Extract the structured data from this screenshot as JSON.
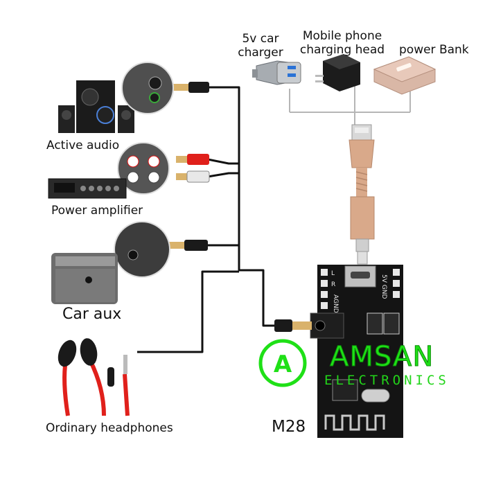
{
  "sources": {
    "car_charger": "5v car\ncharger",
    "phone_head": "Mobile phone\ncharging head",
    "power_bank": "power Bank"
  },
  "outputs": {
    "active_audio": "Active audio",
    "power_amplifier": "Power amplifier",
    "car_aux": "Car aux",
    "headphones": "Ordinary headphones"
  },
  "module": {
    "name": "M28",
    "pin_labels": [
      "L",
      "R",
      "AGND",
      "5V",
      "GND"
    ],
    "side_label": "5V GND"
  },
  "brand": {
    "logo_letter": "A",
    "name": "AMSAN",
    "subtitle": "ELECTRONICS",
    "color": "#1fe017"
  },
  "colors": {
    "cable": "#111111",
    "rca_red": "#e0201b",
    "gold": "#d9a98a",
    "board": "#141414"
  }
}
